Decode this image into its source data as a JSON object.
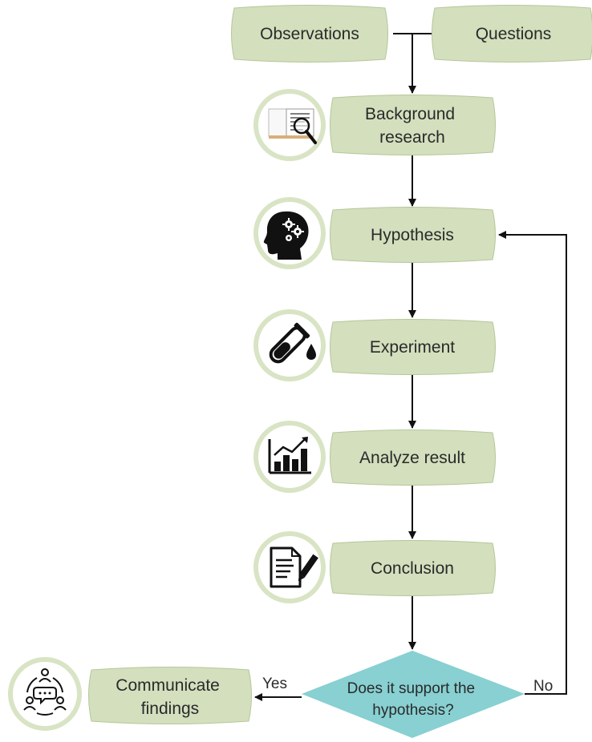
{
  "colors": {
    "box_fill": "#d3dfbd",
    "box_stroke": "#b5c79a",
    "diamond_fill": "#88d0d2",
    "icon_ring": "#d8e4c4",
    "arrow": "#111111"
  },
  "steps": {
    "observations": "Observations",
    "questions": "Questions",
    "background_line1": "Background",
    "background_line2": "research",
    "hypothesis": "Hypothesis",
    "experiment": "Experiment",
    "analyze": "Analyze result",
    "conclusion": "Conclusion",
    "communicate_line1": "Communicate",
    "communicate_line2": "findings"
  },
  "decision": {
    "line1": "Does it support the",
    "line2": "hypothesis?",
    "yes_label": "Yes",
    "no_label": "No"
  },
  "icons": {
    "background": "magnifier-document-icon",
    "hypothesis": "head-gears-icon",
    "experiment": "test-tube-icon",
    "analyze": "bar-chart-trend-icon",
    "conclusion": "document-pen-icon",
    "communicate": "people-discussion-icon"
  }
}
